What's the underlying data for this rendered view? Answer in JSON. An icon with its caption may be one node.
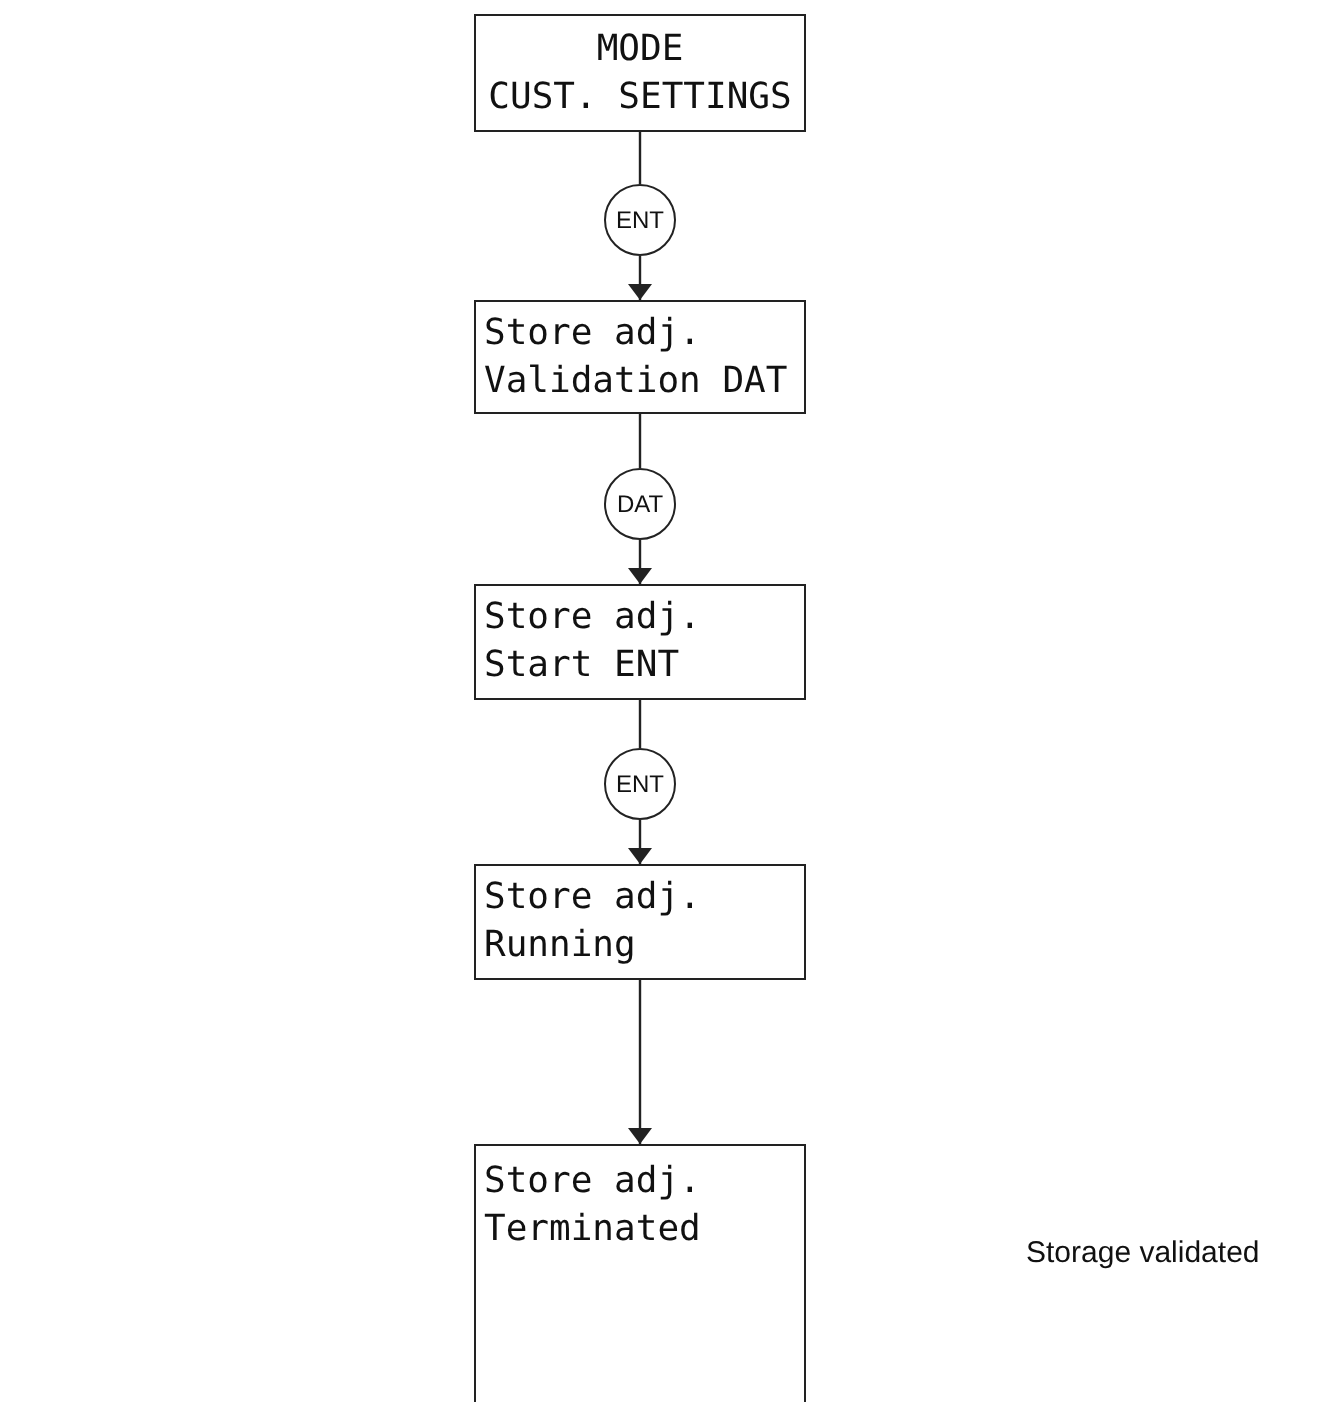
{
  "diagram": {
    "nodes": [
      {
        "text": [
          "MODE",
          "CUST. SETTINGS"
        ]
      },
      {
        "text": [
          "ENT"
        ]
      },
      {
        "text": [
          "Store adj.",
          "Validation DAT"
        ]
      },
      {
        "text": [
          "DAT"
        ]
      },
      {
        "text": [
          "Store adj.",
          "Start ENT"
        ]
      },
      {
        "text": [
          "ENT"
        ]
      },
      {
        "text": [
          "Store adj.",
          "Running"
        ]
      },
      {
        "text": [
          "Store adj.",
          "Terminated"
        ]
      }
    ],
    "edges": [
      {
        "from": 0,
        "to": 1,
        "arrow": "none"
      },
      {
        "from": 1,
        "to": 2,
        "arrow": "to"
      },
      {
        "from": 2,
        "to": 3,
        "arrow": "none"
      },
      {
        "from": 3,
        "to": 4,
        "arrow": "to"
      },
      {
        "from": 4,
        "to": 5,
        "arrow": "none"
      },
      {
        "from": 5,
        "to": 6,
        "arrow": "to"
      },
      {
        "from": 6,
        "to": 7,
        "arrow": "to"
      }
    ],
    "labels": [
      "Storage validated"
    ]
  }
}
